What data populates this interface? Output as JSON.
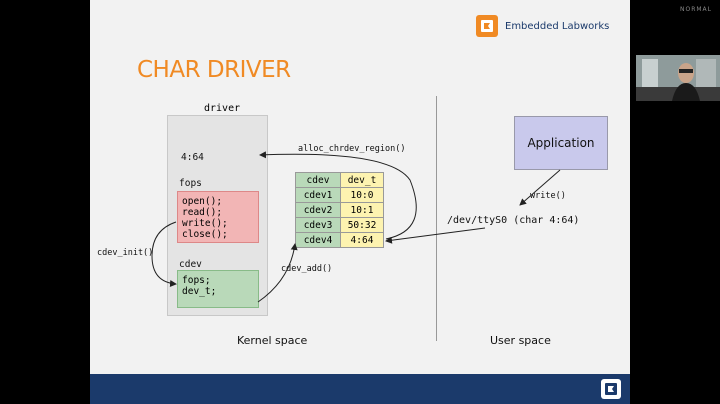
{
  "corner_status": "NORMAL",
  "brand": {
    "name": "Embedded Labworks",
    "accent": "#f08a24",
    "navy": "#1b3a6b"
  },
  "slide": {
    "title": "CHAR DRIVER",
    "driver": {
      "label": "driver",
      "device_number": "4:64",
      "fops_label": "fops",
      "fops_lines": [
        "open();",
        "read();",
        "write();",
        "close();"
      ],
      "cdev_label": "cdev",
      "cdev_lines": [
        "fops;",
        "dev_t;"
      ]
    },
    "table": {
      "headers": [
        "cdev",
        "dev_t"
      ],
      "rows": [
        [
          "cdev1",
          "10:0"
        ],
        [
          "cdev2",
          "10:1"
        ],
        [
          "cdev3",
          "50:32"
        ],
        [
          "cdev4",
          "4:64"
        ]
      ]
    },
    "calls": {
      "alloc": "alloc_chrdev_region()",
      "init": "cdev_init()",
      "add": "cdev_add()",
      "write": "write()"
    },
    "device_file": "/dev/ttyS0 (char 4:64)",
    "application": "Application",
    "kernel_space": "Kernel space",
    "user_space": "User space"
  }
}
